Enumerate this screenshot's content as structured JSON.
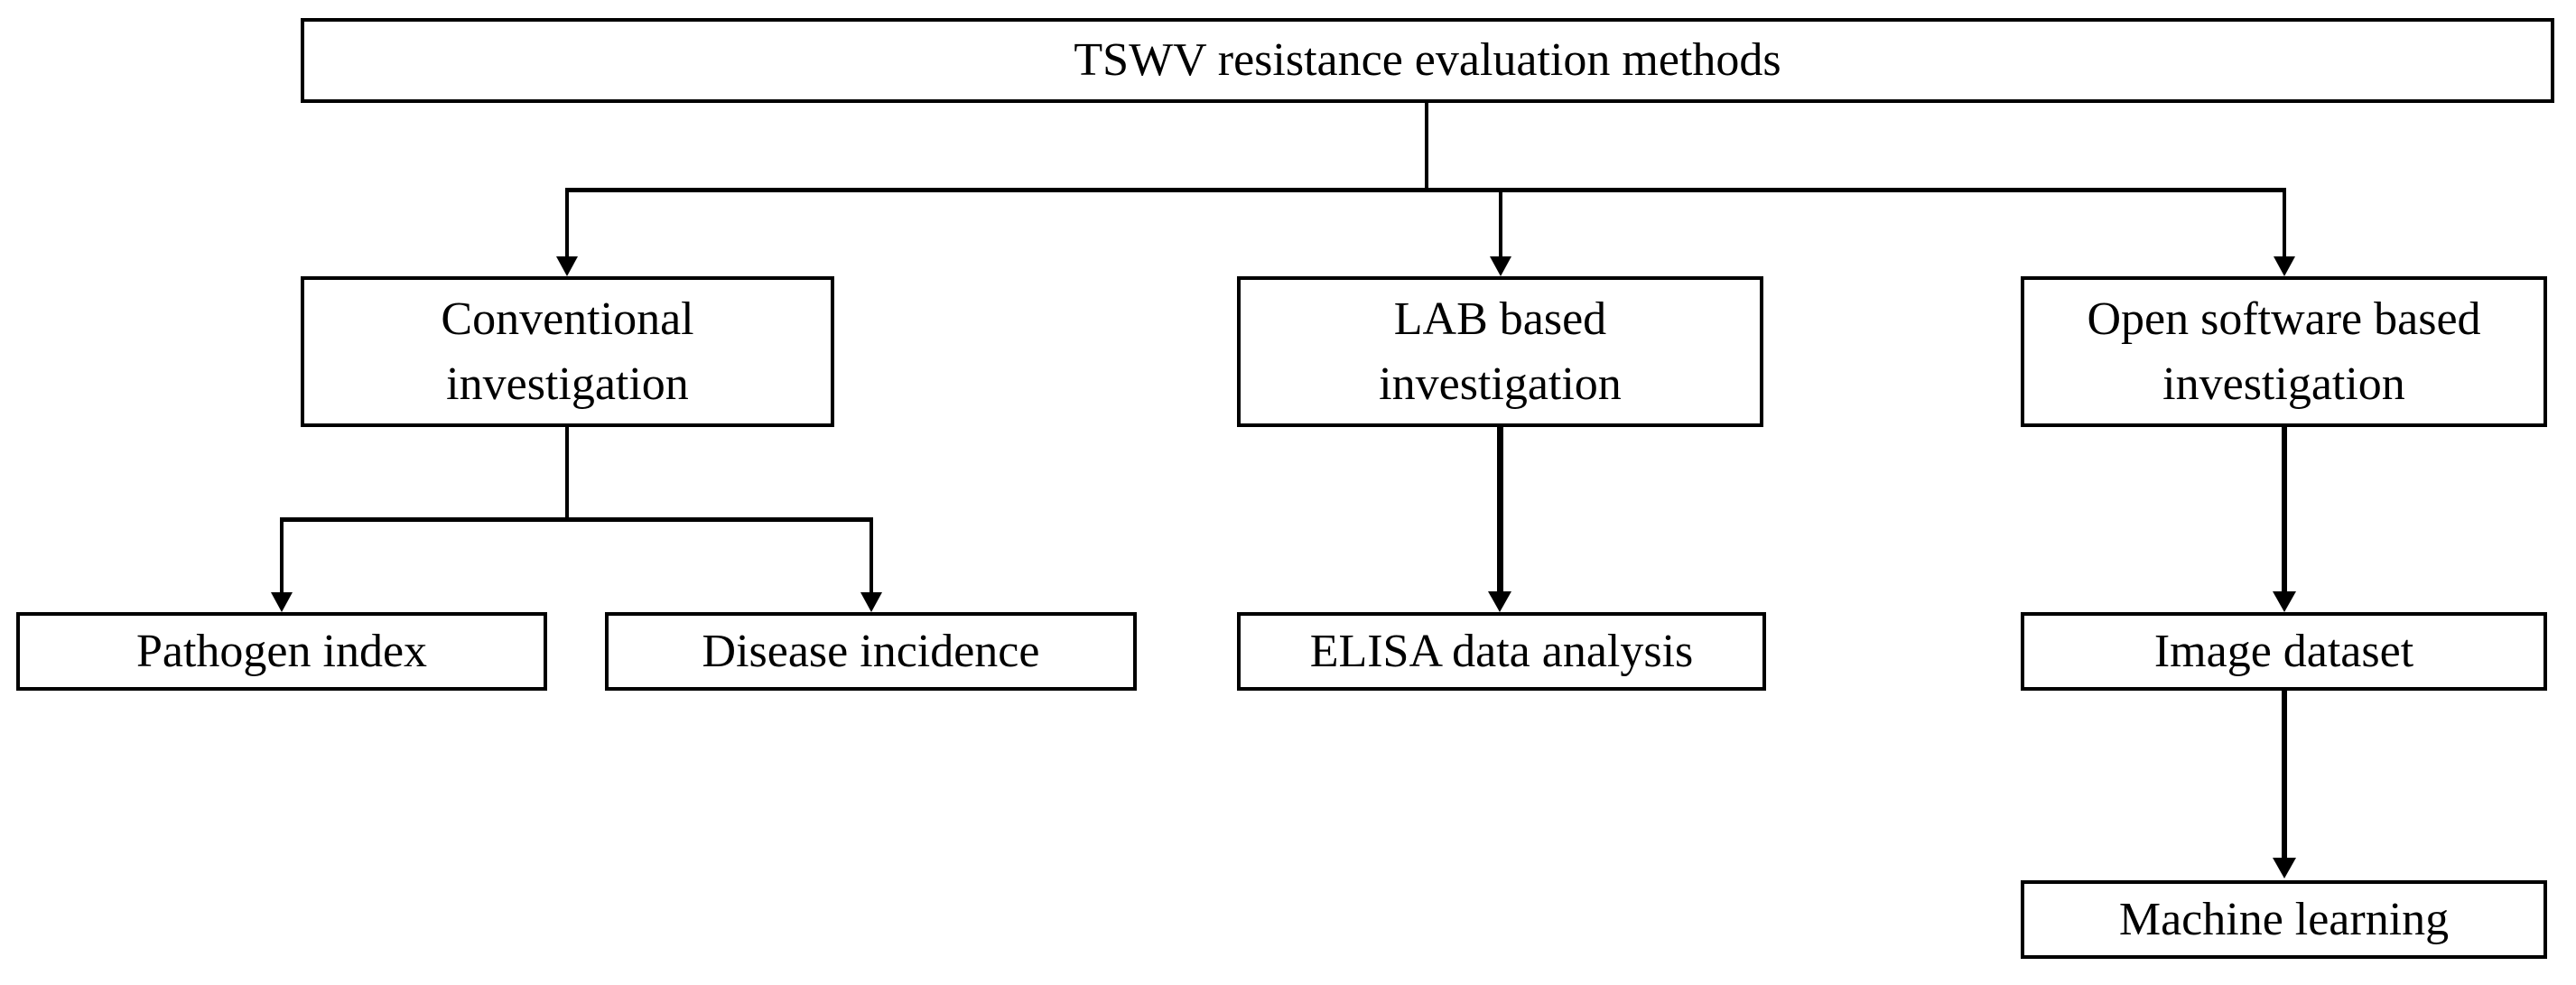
{
  "figure": {
    "background": "#ffffff",
    "line_color": "#000000",
    "box_fill": "#ffffff",
    "nodes": {
      "root": {
        "label": "TSWV resistance evaluation methods"
      },
      "conventional": {
        "line1": "Conventional",
        "line2": "investigation"
      },
      "lab": {
        "line1": "LAB based",
        "line2": "investigation"
      },
      "open_software": {
        "line1": "Open software based",
        "line2": "investigation"
      },
      "pathogen_index": {
        "label": "Pathogen index"
      },
      "disease_incidence": {
        "label": "Disease incidence"
      },
      "elisa": {
        "label": "ELISA data analysis"
      },
      "image_dataset": {
        "label": "Image dataset"
      },
      "machine_learning": {
        "label": "Machine learning"
      }
    },
    "edges": [
      {
        "from": "root",
        "to": "conventional"
      },
      {
        "from": "root",
        "to": "lab"
      },
      {
        "from": "root",
        "to": "open_software"
      },
      {
        "from": "conventional",
        "to": "pathogen_index"
      },
      {
        "from": "conventional",
        "to": "disease_incidence"
      },
      {
        "from": "lab",
        "to": "elisa"
      },
      {
        "from": "open_software",
        "to": "image_dataset"
      },
      {
        "from": "image_dataset",
        "to": "machine_learning"
      }
    ]
  }
}
